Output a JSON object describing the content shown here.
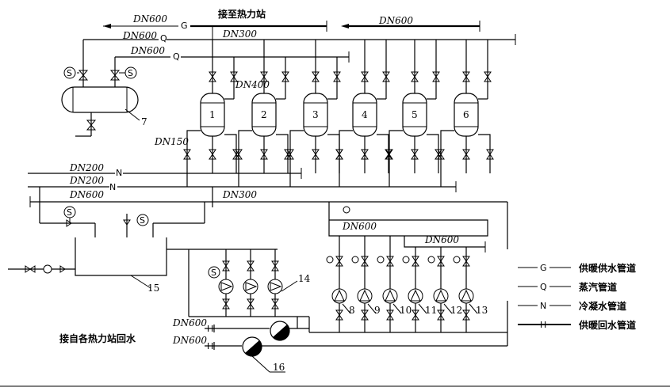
{
  "header": {
    "to_station": "接至热力站",
    "from_stations": "接自各热力站回水"
  },
  "pipe_labels": {
    "g_top_left": "DN600",
    "g_top_right": "DN600",
    "q_main": "DN600",
    "q_branch": "DN600",
    "dn300_top": "DN300",
    "dn400": "DN400",
    "dn150": "DN150",
    "n1": "DN200",
    "n2": "DN200",
    "h_main": "DN600",
    "dn300_mid": "DN300",
    "pump_hdr1": "DN600",
    "pump_hdr2": "DN600",
    "ret1": "DN600",
    "ret2": "DN600"
  },
  "line_letters": {
    "g": "G",
    "q1": "Q",
    "q2": "Q",
    "n1": "N",
    "n2": "N",
    "h1": "H",
    "h2": "H"
  },
  "exchangers": [
    "1",
    "2",
    "3",
    "4",
    "5",
    "6"
  ],
  "numbers": {
    "vessel": "7",
    "pumps": [
      "8",
      "9",
      "10",
      "11",
      "12",
      "13"
    ],
    "make_up": "14",
    "tank": "15",
    "filter": "16"
  },
  "legend": [
    {
      "letter": "G",
      "label": "供暖供水管道"
    },
    {
      "letter": "Q",
      "label": "蒸汽管道"
    },
    {
      "letter": "N",
      "label": "冷凝水管道"
    },
    {
      "letter": "H",
      "label": "供暖回水管道"
    }
  ],
  "instrument_letter": "S"
}
